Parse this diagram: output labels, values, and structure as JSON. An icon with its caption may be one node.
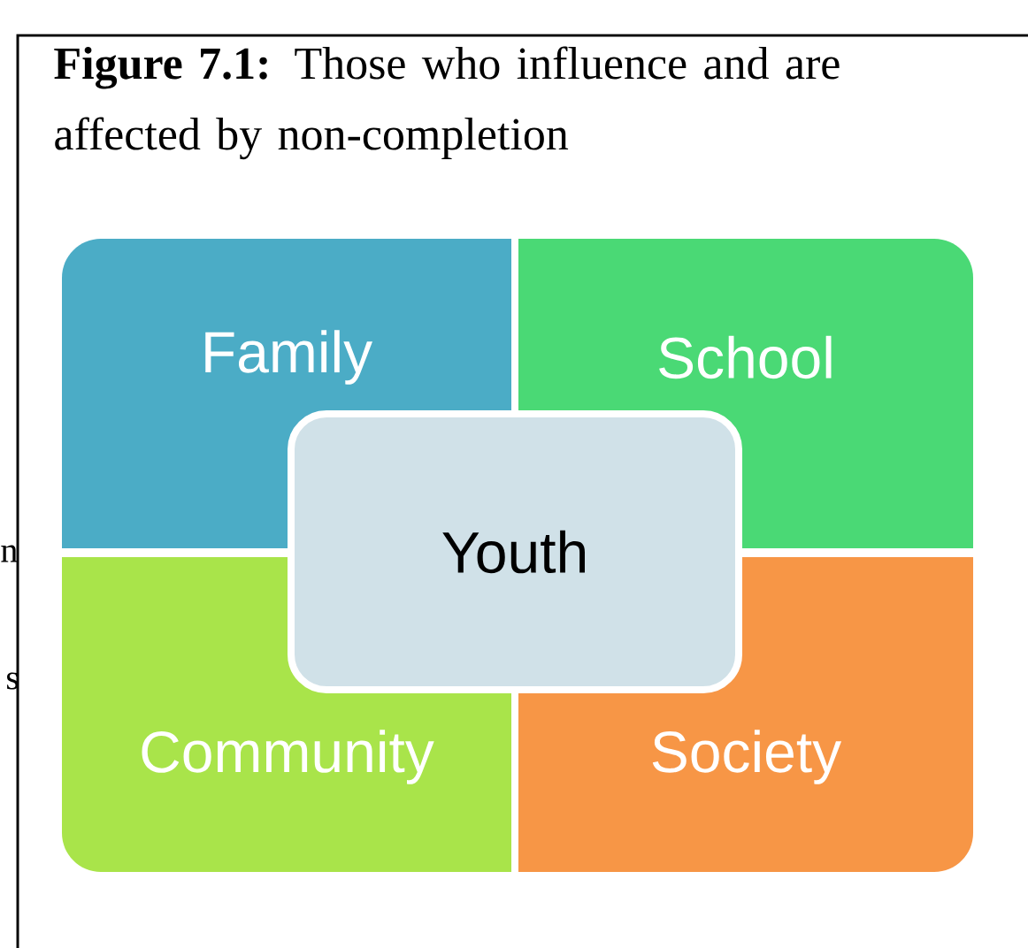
{
  "diagram": {
    "title": "**Figure 7.1:**  Those who influence and are affected by non-completion",
    "nodes": [
      {
        "text": [
          "Family"
        ]
      },
      {
        "text": [
          "School"
        ]
      },
      {
        "text": [
          "Community"
        ]
      },
      {
        "text": [
          "Society"
        ]
      },
      {
        "text": [
          "Youth"
        ]
      }
    ],
    "labels": [
      "n",
      "s"
    ]
  }
}
